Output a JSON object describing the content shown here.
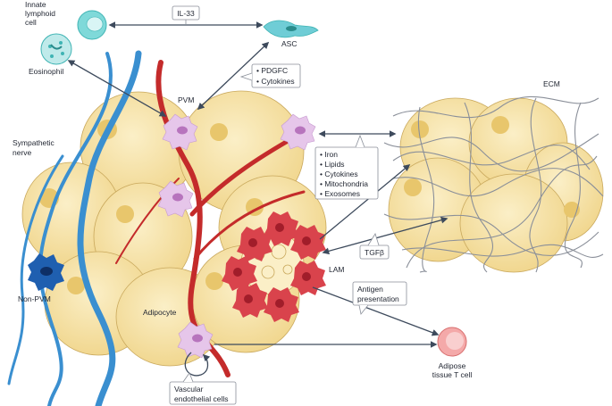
{
  "labels": {
    "ilc": [
      "Innate",
      "lymphoid",
      "cell"
    ],
    "il33": "IL-33",
    "asc": "ASC",
    "eosinophil": "Eosinophil",
    "pdgfc": [
      "• PDGFC",
      "• Cytokines"
    ],
    "pvm": "PVM",
    "ecm": "ECM",
    "sympathetic": [
      "Sympathetic",
      "nerve"
    ],
    "cargo": [
      "• Iron",
      "• Lipids",
      "• Cytokines",
      "• Mitochondria",
      "• Exosomes"
    ],
    "nonpvm": "Non-PVM",
    "tgfb": "TGFβ",
    "lam": "LAM",
    "antigen": [
      "Antigen",
      "presentation"
    ],
    "adipocyte": "Adipocyte",
    "tcell": [
      "Adipose",
      "tissue T cell"
    ],
    "vec": [
      "Vascular",
      "endothelial cells"
    ]
  },
  "colors": {
    "adipocyte_fill": "#f7e2a4",
    "adipocyte_stroke": "#c9a85c",
    "nucleus": "#e8c66c",
    "nerve": "#3a8fd0",
    "vessel": "#c42b2b",
    "macrophage": "#e6c6ea",
    "macrophage_nucleus": "#b774bd",
    "lam": "#d9434c",
    "lam_nucleus": "#a11d2a",
    "ilc": "#7fd9d9",
    "asc": "#6fcdd6",
    "tcell": "#f4a9a9",
    "ecm_fiber": "#8a8f99",
    "arrow": "#3d4a5c"
  }
}
